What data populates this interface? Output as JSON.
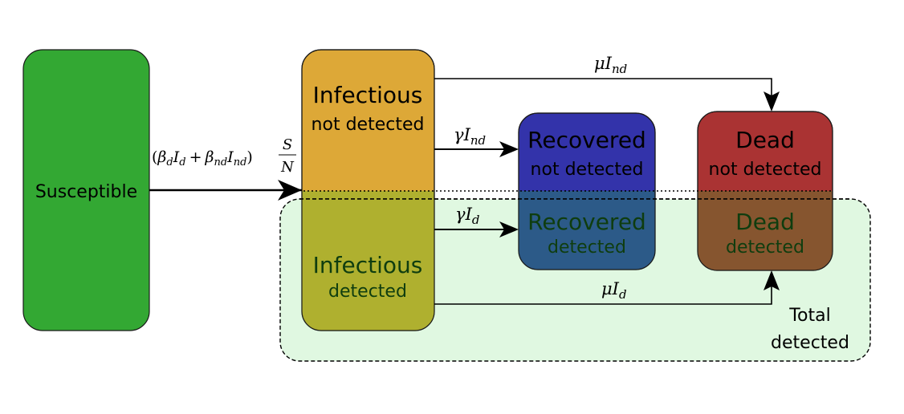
{
  "diagram": {
    "title": "Compartmental epidemic model with detected and non-detected individuals",
    "compartments": {
      "susceptible": {
        "label": "Susceptible",
        "color": "#33a833"
      },
      "infectious_nd": {
        "label": "Infectious",
        "sublabel": "not detected",
        "color": "#dda837"
      },
      "infectious_d": {
        "label": "Infectious",
        "sublabel": "detected",
        "color": "#afb02f"
      },
      "recovered_nd": {
        "label": "Recovered",
        "sublabel": "not detected",
        "color": "#3333aa"
      },
      "recovered_d": {
        "label": "Recovered",
        "sublabel": "detected",
        "color": "#2c5a88"
      },
      "dead_nd": {
        "label": "Dead",
        "sublabel": "not detected",
        "color": "#aa3333"
      },
      "dead_d": {
        "label": "Dead",
        "sublabel": "detected",
        "color": "#86552f"
      }
    },
    "group": {
      "label_line1": "Total",
      "label_line2": "detected",
      "color": "#c7f2c9"
    },
    "detected_text_color": "#0f3d0f",
    "transitions": {
      "infection": {
        "from": "Susceptible",
        "to": "Infectious",
        "rate": "(β_d I_d + β_nd I_nd) S/N"
      },
      "recovery_nd": {
        "from": "Infectious not detected",
        "to": "Recovered not detected",
        "rate": "γ I_nd"
      },
      "recovery_d": {
        "from": "Infectious detected",
        "to": "Recovered detected",
        "rate": "γ I_d"
      },
      "death_nd": {
        "from": "Infectious not detected",
        "to": "Dead not detected",
        "rate": "μ I_nd"
      },
      "death_d": {
        "from": "Infectious detected",
        "to": "Dead detected",
        "rate": "μ I_d"
      }
    },
    "symbols": {
      "beta": "β",
      "gamma": "γ",
      "mu": "μ",
      "I": "I",
      "S": "S",
      "N": "N",
      "sub_d": "d",
      "sub_nd": "nd",
      "plus": "+",
      "lparen": "(",
      "rparen": ")"
    }
  }
}
